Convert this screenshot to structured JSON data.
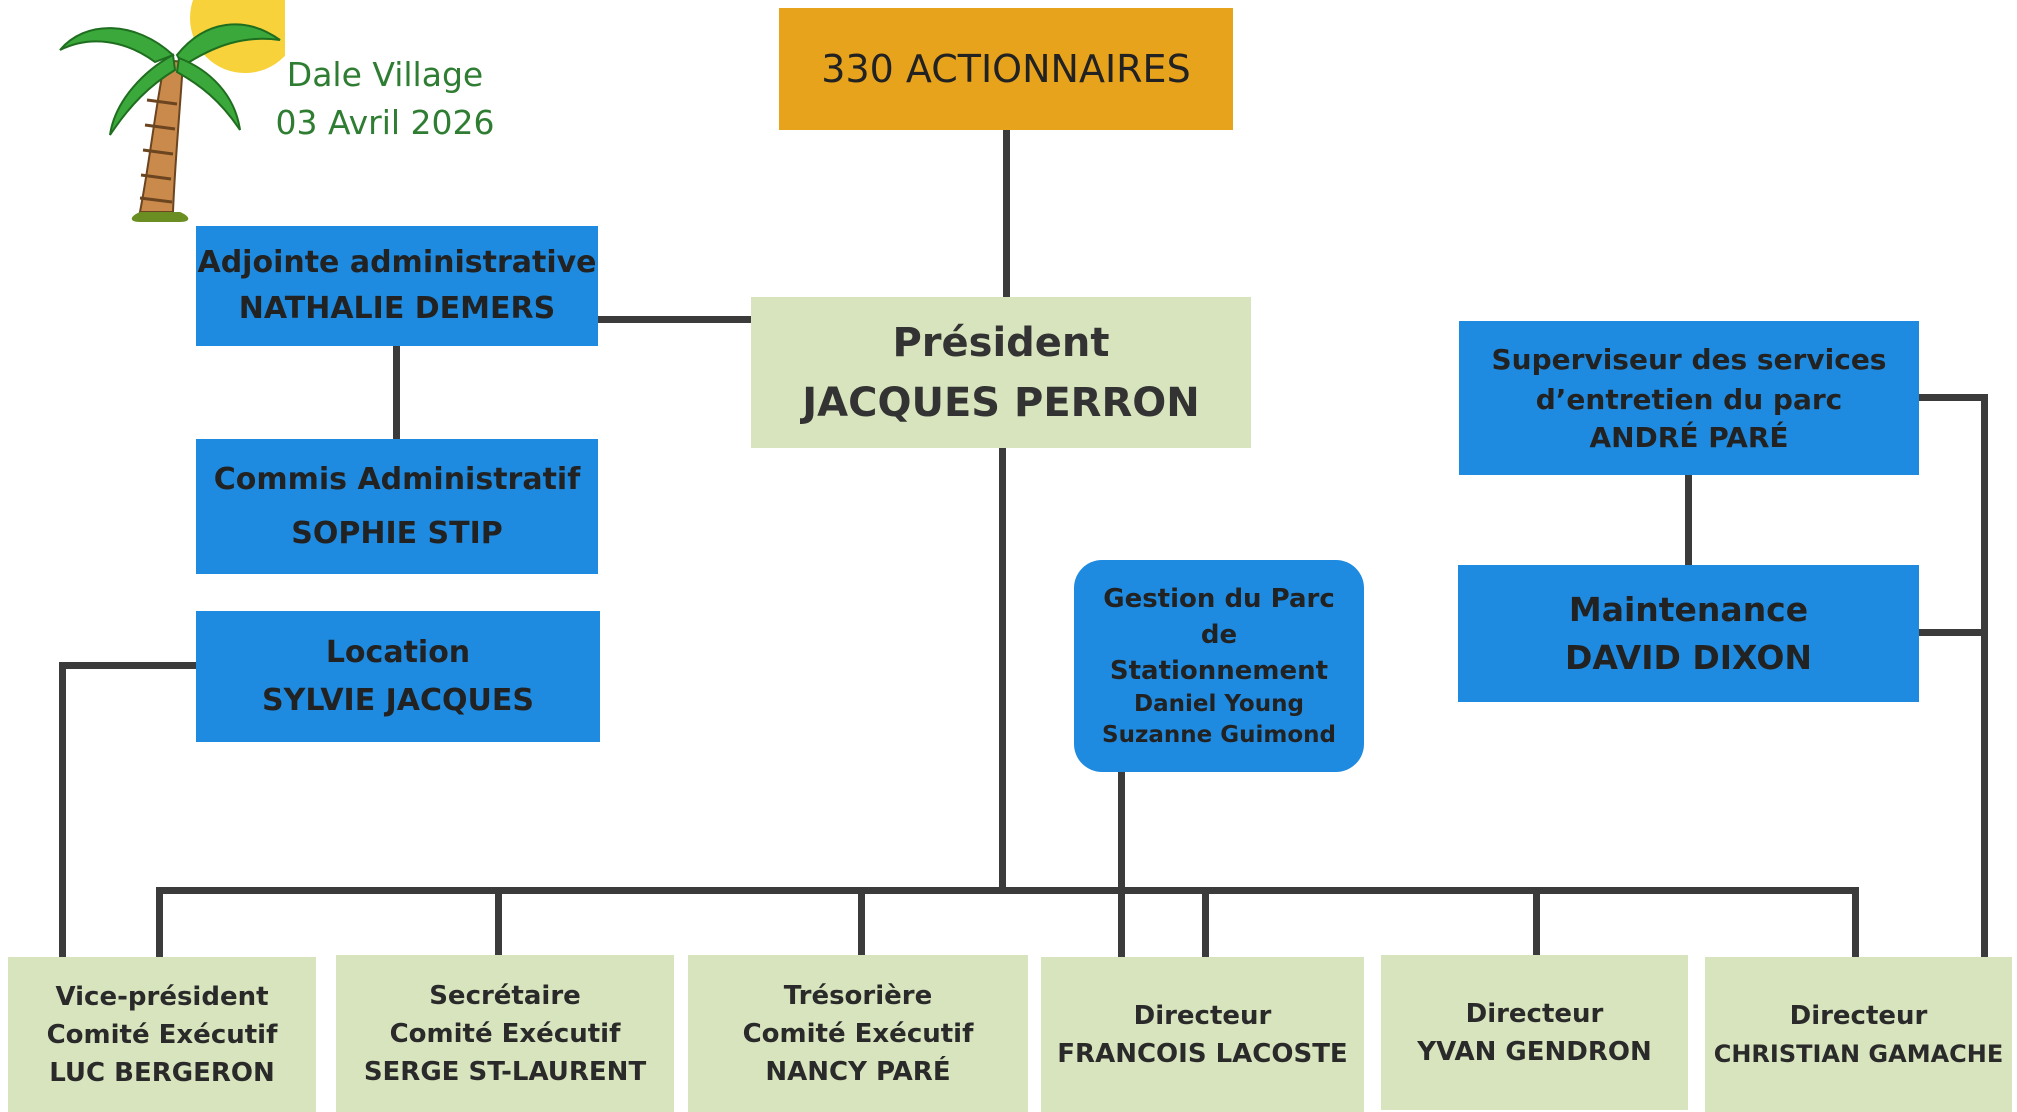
{
  "header": {
    "location": "Dale Village",
    "date": "03 Avril 2026"
  },
  "top": {
    "label": "330 ACTIONNAIRES"
  },
  "president": {
    "title": "Président",
    "name": "JACQUES PERRON"
  },
  "admin_assistant": {
    "title": "Adjointe administrative",
    "name": "NATHALIE DEMERS"
  },
  "clerk": {
    "title": "Commis Administratif",
    "name": "SOPHIE STIP"
  },
  "rental": {
    "title": "Location",
    "name": "SYLVIE JACQUES"
  },
  "parking": {
    "line1": "Gestion du Parc",
    "line2": "de",
    "line3": "Stationnement",
    "name1": "Daniel Young",
    "name2": "Suzanne Guimond"
  },
  "supervisor": {
    "line1": "Superviseur des services",
    "line2": "d’entretien du parc",
    "name": "ANDRÉ PARÉ"
  },
  "maintenance": {
    "title": "Maintenance",
    "name": "DAVID DIXON"
  },
  "bottom": [
    {
      "line1": "Vice-président",
      "line2": "Comité Exécutif",
      "line3": "LUC BERGERON"
    },
    {
      "line1": "Secrétaire",
      "line2": "Comité Exécutif",
      "line3": "SERGE ST-LAURENT"
    },
    {
      "line1": "Trésorière",
      "line2": "Comité Exécutif",
      "line3": "NANCY PARÉ"
    },
    {
      "line1": "Directeur",
      "line2": "FRANCOIS LACOSTE"
    },
    {
      "line1": "Directeur",
      "line2": "YVAN GENDRON"
    },
    {
      "line1": "Directeur",
      "line2": "CHRISTIAN GAMACHE"
    }
  ],
  "colors": {
    "blue": "#1e8be0",
    "green": "#d7e4bd",
    "orange": "#e8a31c",
    "header_text": "#2e7d32"
  }
}
